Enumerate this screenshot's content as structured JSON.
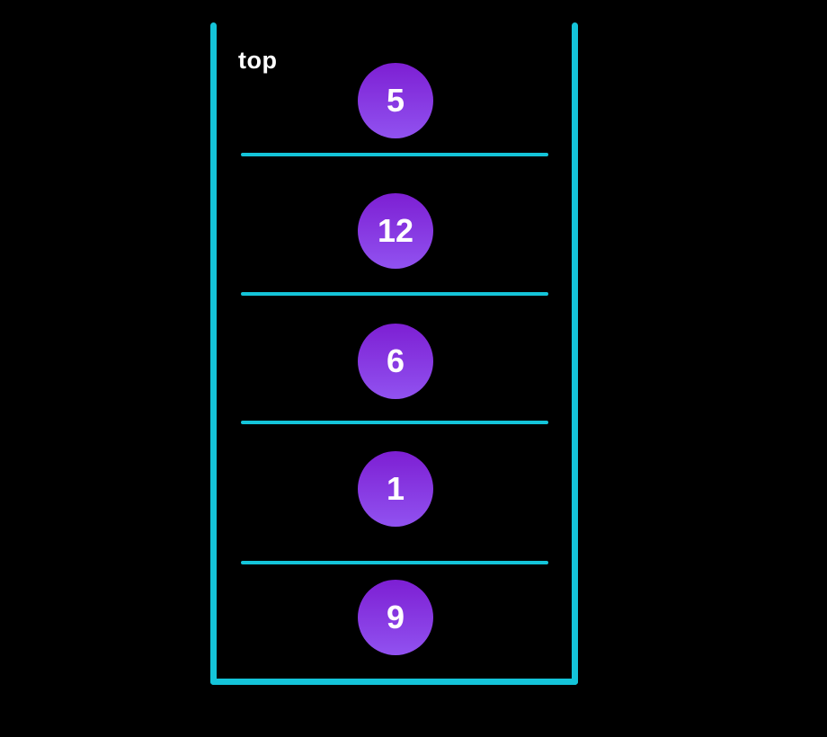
{
  "stack": {
    "label": "top",
    "items": [
      {
        "value": "5"
      },
      {
        "value": "12"
      },
      {
        "value": "6"
      },
      {
        "value": "1"
      },
      {
        "value": "9"
      }
    ],
    "order": "top-to-bottom",
    "colors": {
      "frame": "#14c4d9",
      "divider": "#14c4d9",
      "node_gradient_start": "#7d1fd3",
      "node_gradient_end": "#9152f0",
      "node_text": "#ffffff",
      "label_text": "#ffffff",
      "canvas_bg": "#000000"
    }
  }
}
